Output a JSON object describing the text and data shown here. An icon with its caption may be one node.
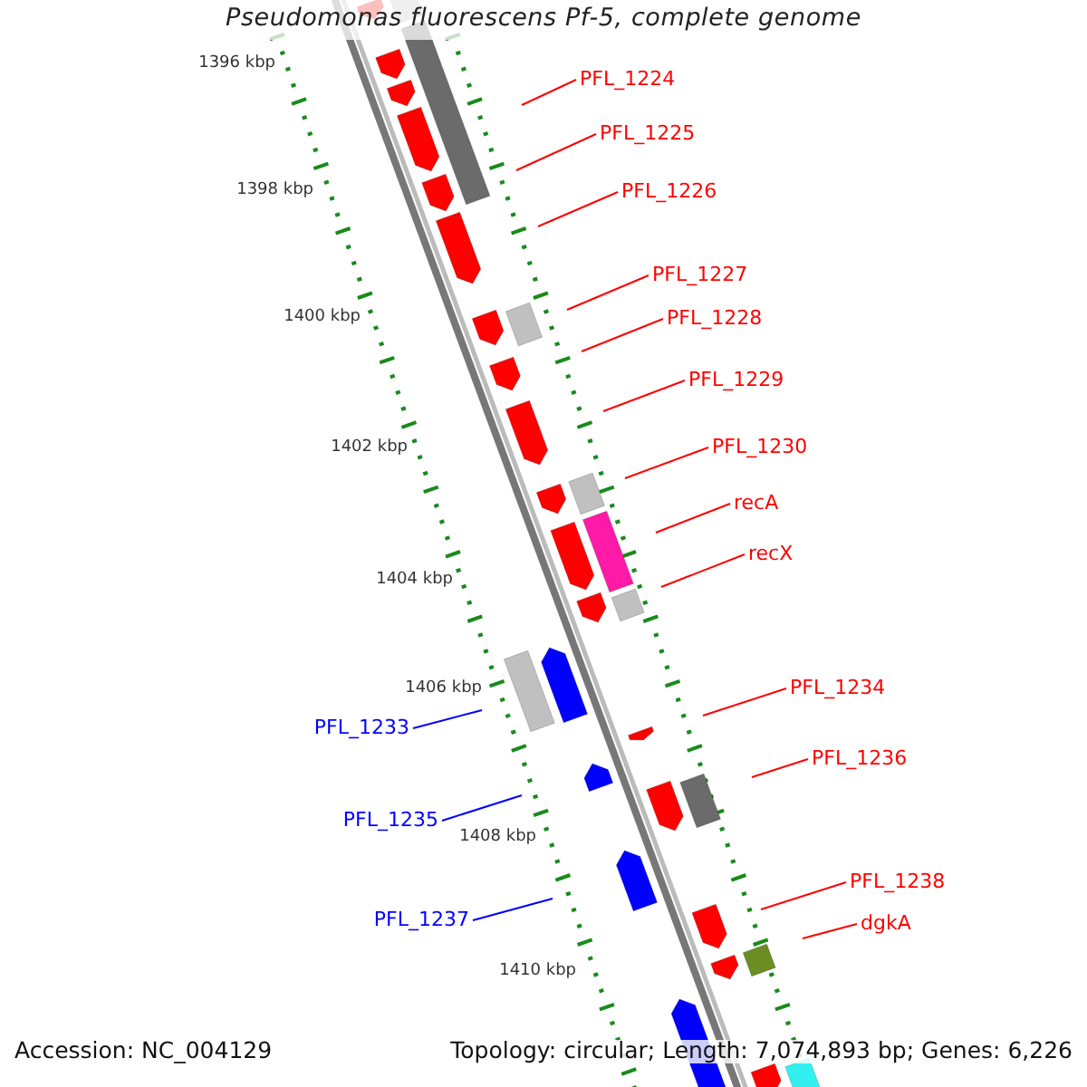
{
  "diagram": {
    "title": "Pseudomonas fluorescens Pf-5, complete genome",
    "nodes": [
      {
        "text": [
          "PFL_1224"
        ]
      },
      {
        "text": [
          "PFL_1225"
        ]
      },
      {
        "text": [
          "PFL_1226"
        ]
      },
      {
        "text": [
          "PFL_1227"
        ]
      },
      {
        "text": [
          "PFL_1228"
        ]
      },
      {
        "text": [
          "PFL_1229"
        ]
      },
      {
        "text": [
          "PFL_1230"
        ]
      },
      {
        "text": [
          "recA"
        ]
      },
      {
        "text": [
          "recX"
        ]
      },
      {
        "text": [
          "PFL_1234"
        ]
      },
      {
        "text": [
          "PFL_1233"
        ]
      },
      {
        "text": [
          "PFL_1236"
        ]
      },
      {
        "text": [
          "PFL_1235"
        ]
      },
      {
        "text": [
          "PFL_1238"
        ]
      },
      {
        "text": [
          "PFL_1237"
        ]
      },
      {
        "text": [
          "dgkA"
        ]
      }
    ],
    "edges": [
      {
        "from": 0,
        "to": null,
        "arrow": "none"
      },
      {
        "from": 1,
        "to": null,
        "arrow": "none"
      },
      {
        "from": 2,
        "to": null,
        "arrow": "none"
      },
      {
        "from": 3,
        "to": null,
        "arrow": "none"
      },
      {
        "from": 4,
        "to": null,
        "arrow": "none"
      },
      {
        "from": 5,
        "to": null,
        "arrow": "none"
      },
      {
        "from": 6,
        "to": null,
        "arrow": "none"
      },
      {
        "from": 7,
        "to": null,
        "arrow": "none"
      },
      {
        "from": 8,
        "to": null,
        "arrow": "none"
      },
      {
        "from": 9,
        "to": null,
        "arrow": "none"
      },
      {
        "from": 10,
        "to": null,
        "arrow": "none",
        "color": "#0000ff"
      },
      {
        "from": 11,
        "to": null,
        "arrow": "none"
      },
      {
        "from": 12,
        "to": null,
        "arrow": "none",
        "color": "#0000ff"
      },
      {
        "from": 13,
        "to": null,
        "arrow": "none"
      },
      {
        "from": 14,
        "to": null,
        "arrow": "none",
        "color": "#0000ff"
      },
      {
        "from": 15,
        "to": null,
        "arrow": "none"
      }
    ],
    "labels": [
      "1396 kbp",
      "1398 kbp",
      "1400 kbp",
      "1402 kbp",
      "1404 kbp",
      "1406 kbp",
      "1408 kbp",
      "1410 kbp",
      "Accession: NC_004129",
      "Topology: circular; Length: 7,074,893 bp; Genes: 6,226"
    ]
  }
}
